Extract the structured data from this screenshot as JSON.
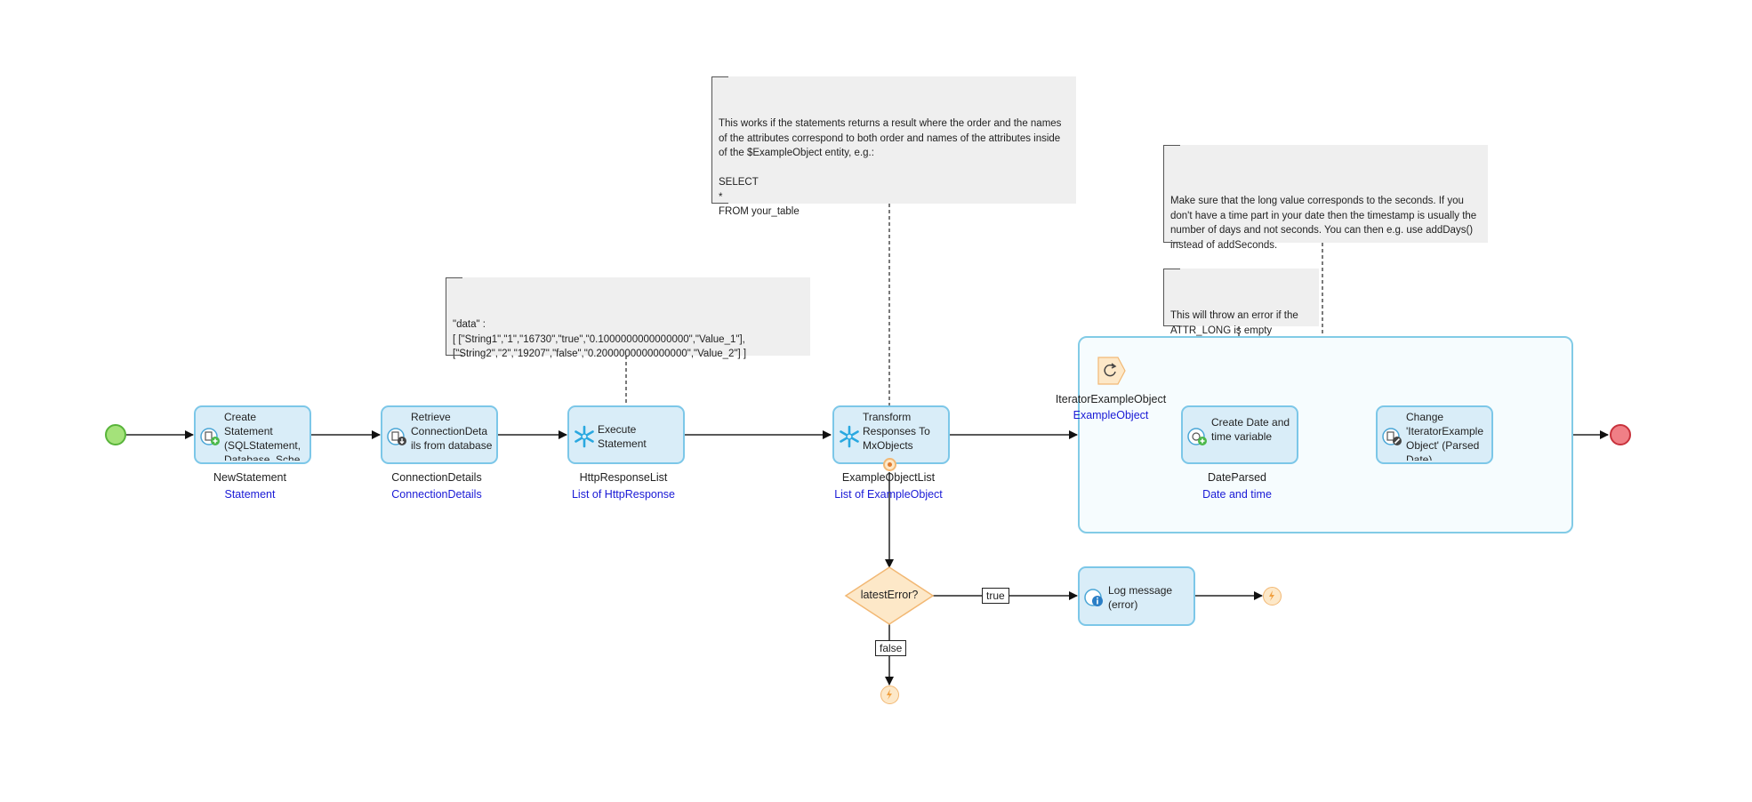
{
  "colors": {
    "activity_fill": "#d9edf8",
    "activity_border": "#7cc7e8",
    "start": "#a4e27a",
    "end": "#f07f86",
    "gateway": "#fde8c8",
    "error_event": "#fde8c8",
    "type_text": "#1a1ad6",
    "annotation_bg": "#efefef"
  },
  "annotations": {
    "response_sample": "\"data\" :\n[ [\"String1\",\"1\",\"16730\",\"true\",\"0.1000000000000000\",\"Value_1\"],\n  [\"String2\",\"2\",\"19207\",\"false\",\"0.2000000000000000\",\"Value_2\"] ]",
    "transform_note": "This works if the statements returns a result where the order and the names of the attributes correspond to both order and names of the attributes inside of the $ExampleObject entity, e.g.:\n\nSELECT\n    *\nFROM your_table",
    "seconds_note": "Make sure that the long value corresponds to the seconds. If you don't have a time part in your date then the timestamp is usually the number of days and not seconds. You can then e.g. use addDays() instead of addSeconds.",
    "error_note": "This will throw an error if the ATTR_LONG is empty"
  },
  "activities": {
    "create_statement": {
      "label": "Create Statement (SQLStatement, Database, Sche",
      "icon": "create-object-icon",
      "var": "NewStatement",
      "type": "Statement"
    },
    "retrieve_connection": {
      "label": "Retrieve ConnectionDeta ils from database",
      "icon": "retrieve-database-icon",
      "var": "ConnectionDetails",
      "type": "ConnectionDetails"
    },
    "execute_statement": {
      "label": "Execute Statement",
      "icon": "snowflake-icon",
      "var": "HttpResponseList",
      "type": "List of HttpResponse"
    },
    "transform_responses": {
      "label": "Transform Responses To MxObjects",
      "icon": "snowflake-icon",
      "var": "ExampleObjectList",
      "type": "List of ExampleObject"
    },
    "create_date": {
      "label": "Create Date and time variable",
      "icon": "create-variable-icon",
      "var": "DateParsed",
      "type": "Date and time"
    },
    "change_object": {
      "label": "Change 'IteratorExample Object' (Parsed Date)",
      "icon": "change-object-icon"
    },
    "log_message": {
      "label": "Log message (error)",
      "icon": "info-icon"
    }
  },
  "loop": {
    "iterator_name": "IteratorExampleObject",
    "iterator_type": "ExampleObject",
    "icon": "loop-icon"
  },
  "gateway": {
    "label": "latestError?",
    "true_label": "true",
    "false_label": "false"
  }
}
